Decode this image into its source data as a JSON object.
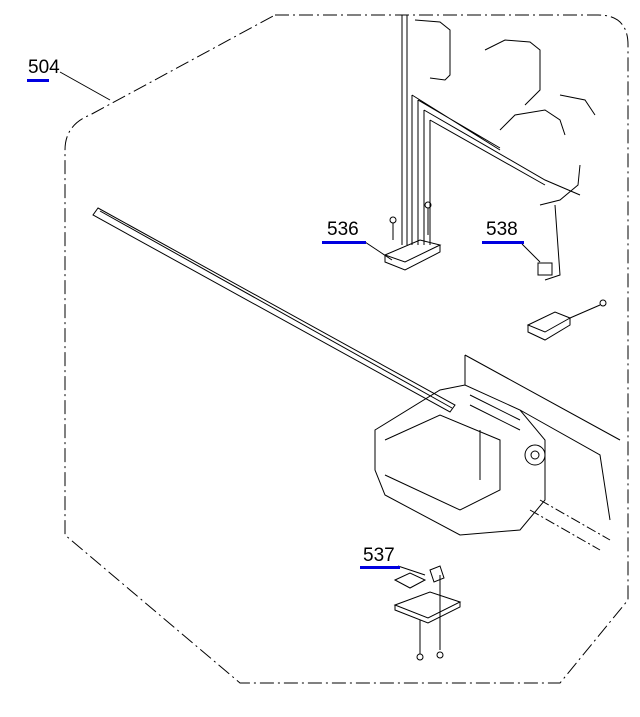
{
  "diagram": {
    "callouts": [
      {
        "id": "504",
        "label": "504"
      },
      {
        "id": "536",
        "label": "536"
      },
      {
        "id": "538",
        "label": "538"
      },
      {
        "id": "537",
        "label": "537"
      }
    ],
    "underline_color": "#0000e0"
  }
}
